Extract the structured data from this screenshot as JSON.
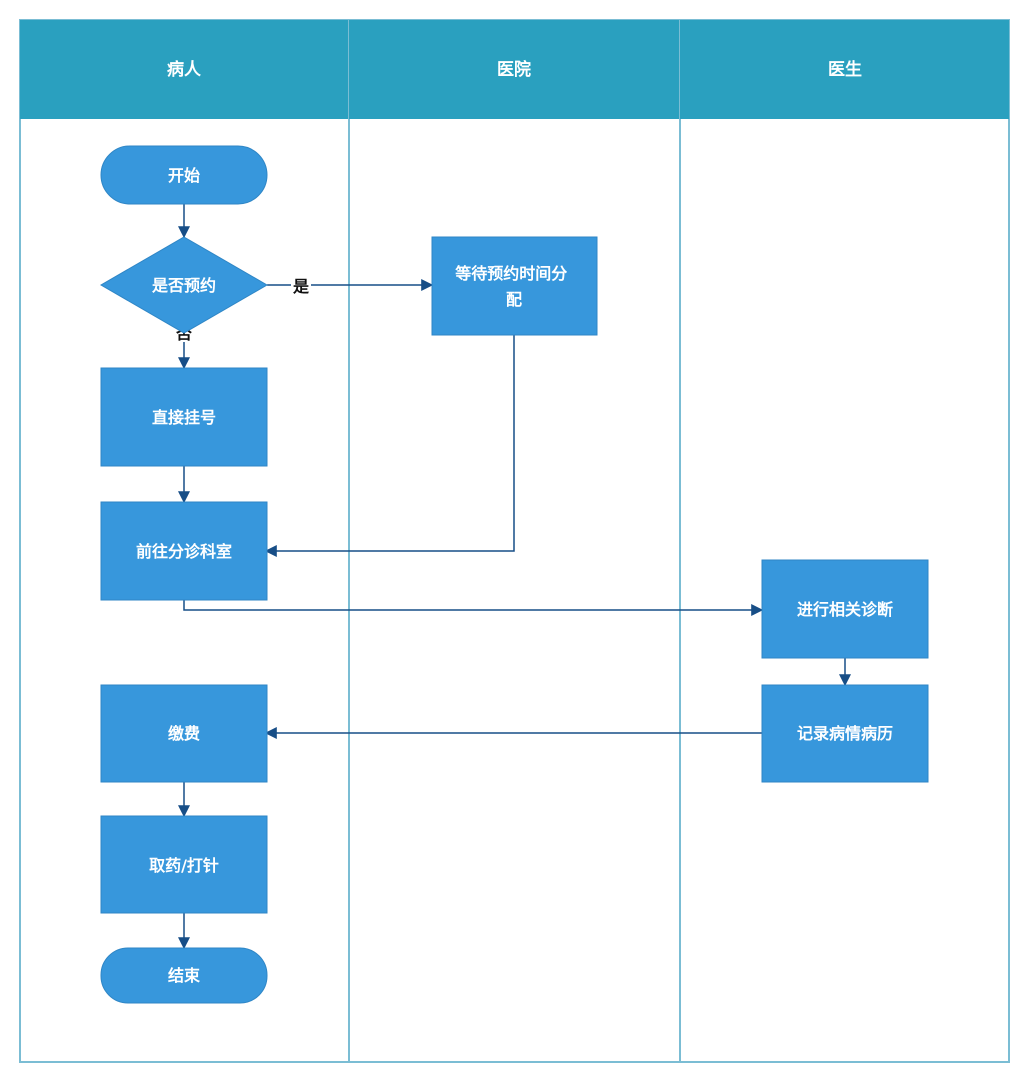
{
  "colors": {
    "header_bg": "#2aa0bf",
    "lane_border": "#7bbdd4",
    "node_fill": "#3797dc",
    "node_stroke": "#2f86c6",
    "edge": "#174e87",
    "node_text": "#ffffff"
  },
  "lanes": [
    {
      "title": "病人"
    },
    {
      "title": "医院"
    },
    {
      "title": "医生"
    }
  ],
  "nodes": {
    "start": {
      "label": "开始",
      "shape": "terminal"
    },
    "appointment_decision": {
      "label": "是否预约",
      "shape": "decision"
    },
    "wait_appointment": {
      "label_lines": [
        "等待预约时间分",
        "配"
      ],
      "shape": "process"
    },
    "direct_register": {
      "label": "直接挂号",
      "shape": "process"
    },
    "go_department": {
      "label": "前往分诊科室",
      "shape": "process"
    },
    "diagnosis": {
      "label": "进行相关诊断",
      "shape": "process"
    },
    "record_history": {
      "label": "记录病情病历",
      "shape": "process"
    },
    "payment": {
      "label": "缴费",
      "shape": "process"
    },
    "medicine_injection": {
      "label": "取药/打针",
      "shape": "process"
    },
    "end": {
      "label": "结束",
      "shape": "terminal"
    }
  },
  "edges": {
    "yes_label": "是",
    "no_label": "否"
  }
}
